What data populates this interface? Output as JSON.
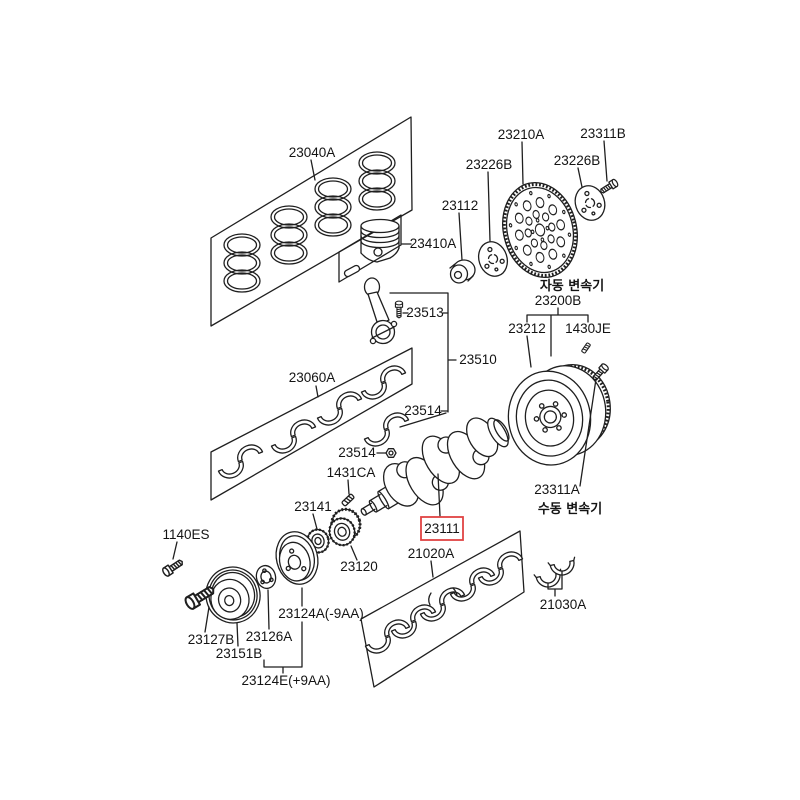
{
  "diagram": {
    "type": "exploded-parts-diagram",
    "subject": "crankshaft and piston assembly"
  },
  "colors": {
    "background": "#ffffff",
    "line": "#1f1f1f",
    "text": "#141414",
    "highlight": "#e04343"
  },
  "highlight": {
    "part": "23111",
    "color": "#e04343"
  },
  "parts": {
    "p23040A": "23040A",
    "p23410A": "23410A",
    "p23112": "23112",
    "p23210A": "23210A",
    "p23226B": "23226B",
    "p23311B": "23311B",
    "p23513": "23513",
    "p23510": "23510",
    "p23514": "23514",
    "p23060A": "23060A",
    "p23200B": "23200B",
    "p23212": "23212",
    "p1430JE": "1430JE",
    "p1431CA": "1431CA",
    "p23141": "23141",
    "p23120": "23120",
    "p23111": "23111",
    "p23311A": "23311A",
    "p21020A": "21020A",
    "p21030A": "21030A",
    "p1140ES": "1140ES",
    "p23127B": "23127B",
    "p23151B": "23151B",
    "p23126A": "23126A",
    "p23124A": "23124A(-9AA)",
    "p23124E": "23124E(+9AA)"
  },
  "captions": {
    "automatic": "자동 변속기",
    "manual": "수동 변속기"
  }
}
